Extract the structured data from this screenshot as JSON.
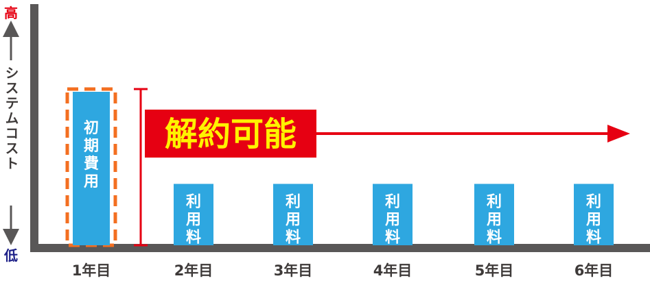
{
  "chart_data": {
    "type": "bar",
    "categories": [
      "1年目",
      "2年目",
      "3年目",
      "4年目",
      "5年目",
      "6年目"
    ],
    "series": [
      {
        "values": [
          1.0,
          0.4,
          0.4,
          0.4,
          0.4,
          0.4
        ],
        "bar_labels": [
          "初期費用",
          "利用料",
          "利用料",
          "利用料",
          "利用料",
          "利用料"
        ]
      }
    ],
    "ylabel": {
      "top": "高",
      "middle": "システムコスト",
      "bottom": "低"
    },
    "annotation": {
      "text": "解約可能",
      "color": "#e60012",
      "text_color": "#fff200"
    },
    "colors": {
      "bar": "#2ea7e0",
      "highlight_outline": "#f36f21",
      "axis": "#595757",
      "high_label": "#e60012",
      "low_label": "#1d2088",
      "category_label": "#3e3a39"
    }
  }
}
